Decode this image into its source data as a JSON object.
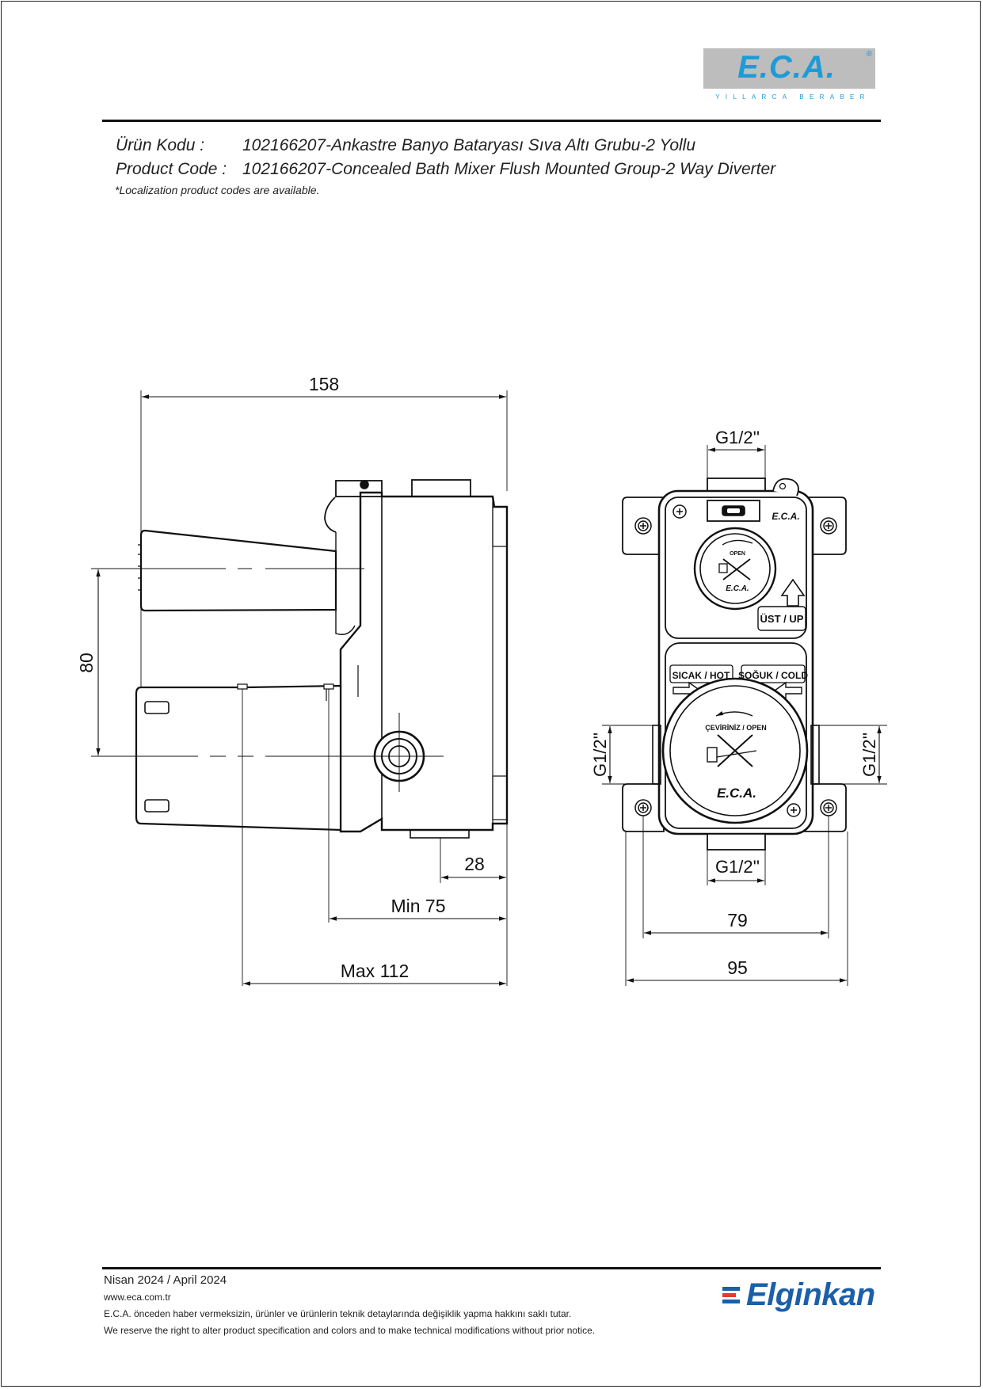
{
  "brand": {
    "logo": "E.C.A.",
    "registered": "®",
    "tagline": "YILLARCA BERABER"
  },
  "header": {
    "tr_label": "Ürün Kodu :",
    "tr_value": "102166207-Ankastre Banyo Bataryası Sıva Altı Grubu-2 Yollu",
    "en_label": "Product Code :",
    "en_value": "102166207-Concealed Bath Mixer Flush Mounted Group-2 Way Diverter",
    "note": "*Localization product codes are available."
  },
  "side_view": {
    "dim_width": "158",
    "dim_height": "80",
    "dim_28": "28",
    "dim_min": "Min 75",
    "dim_max": "Max 112"
  },
  "front_view": {
    "thread_top": "G1/2''",
    "thread_bottom": "G1/2''",
    "thread_left": "G1/2''",
    "thread_right": "G1/2''",
    "dim_79": "79",
    "dim_95": "95",
    "label_open_top": "OPEN",
    "label_up": "ÜST / UP",
    "label_hot": "SICAK / HOT",
    "label_cold": "SOĞUK / COLD",
    "label_open_main": "ÇEVİRİNİZ / OPEN",
    "cap_logo": "E.C.A."
  },
  "footer": {
    "date": "Nisan 2024 / April 2024",
    "website": "www.eca.com.tr",
    "disclaimer_tr": "E.C.A. önceden haber vermeksizin, ürünler ve ürünlerin teknik detaylarında değişiklik yapma hakkını saklı tutar.",
    "disclaimer_en": "We reserve the right to alter product specification and colors and to make technical modifications without prior notice.",
    "brand_name": "Elginkan",
    "brand_colors": [
      "#1b5fa8",
      "#e53935",
      "#1b5fa8"
    ]
  }
}
